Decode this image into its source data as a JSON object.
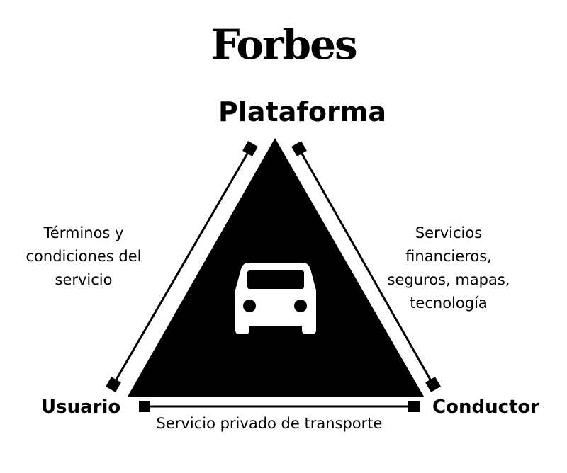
{
  "brand": {
    "logo_text": "Forbes"
  },
  "nodes": {
    "top": "Plataforma",
    "left": "Usuario",
    "right": "Conductor"
  },
  "edges": {
    "left": [
      "Términos y",
      "condiciones del",
      "servicio"
    ],
    "right": [
      "Servicios",
      "financieros,",
      "seguros, mapas,",
      "tecnología"
    ],
    "bottom": "Servicio privado de transporte"
  },
  "icons": {
    "center": "car-icon"
  },
  "colors": {
    "fill": "#000000",
    "background": "#ffffff",
    "icon": "#ffffff"
  }
}
